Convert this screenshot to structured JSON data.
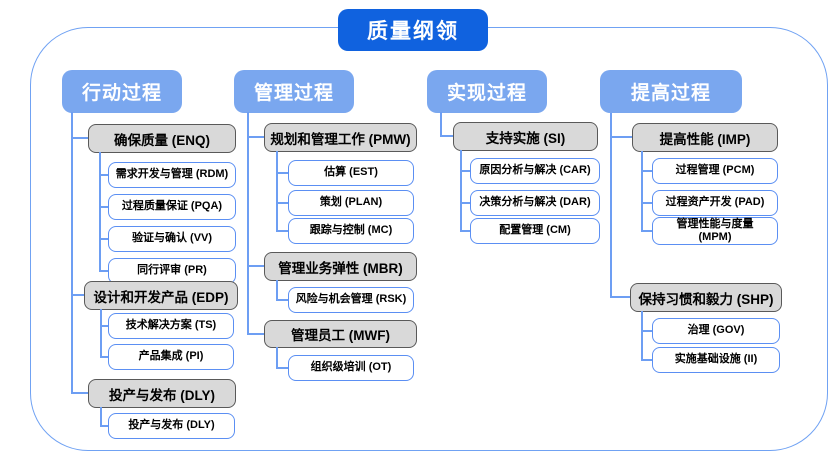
{
  "title": "质量纲领",
  "colors": {
    "title_bg": "#1062DF",
    "header_bg": "#7AA7EF",
    "gray_node_bg": "#D9D9D9",
    "gray_node_border": "#595959",
    "white_node_border": "#5B8FF3",
    "connector": "#6D9EF3",
    "frame_border": "#70A2F3"
  },
  "columns": [
    {
      "header": "行动过程",
      "groups": [
        {
          "label": "确保质量 (ENQ)",
          "items": [
            "需求开发与管理 (RDM)",
            "过程质量保证 (PQA)",
            "验证与确认 (VV)",
            "同行评审 (PR)"
          ]
        },
        {
          "label": "设计和开发产品 (EDP)",
          "items": [
            "技术解决方案 (TS)",
            "产品集成 (PI)"
          ]
        },
        {
          "label": "投产与发布 (DLY)",
          "items": [
            "投产与发布 (DLY)"
          ]
        }
      ]
    },
    {
      "header": "管理过程",
      "groups": [
        {
          "label": "规划和管理工作 (PMW)",
          "items": [
            "估算 (EST)",
            "策划 (PLAN)",
            "跟踪与控制 (MC)"
          ]
        },
        {
          "label": "管理业务弹性 (MBR)",
          "items": [
            "风险与机会管理 (RSK)"
          ]
        },
        {
          "label": "管理员工 (MWF)",
          "items": [
            "组织级培训 (OT)"
          ]
        }
      ]
    },
    {
      "header": "实现过程",
      "groups": [
        {
          "label": "支持实施 (SI)",
          "items": [
            "原因分析与解决 (CAR)",
            "决策分析与解决 (DAR)",
            "配置管理 (CM)"
          ]
        }
      ]
    },
    {
      "header": "提高过程",
      "groups": [
        {
          "label": "提高性能 (IMP)",
          "items": [
            "过程管理 (PCM)",
            "过程资产开发 (PAD)",
            "管理性能与度量 (MPM)"
          ]
        },
        {
          "label": "保持习惯和毅力 (SHP)",
          "items": [
            "治理 (GOV)",
            "实施基础设施 (II)"
          ]
        }
      ]
    }
  ]
}
